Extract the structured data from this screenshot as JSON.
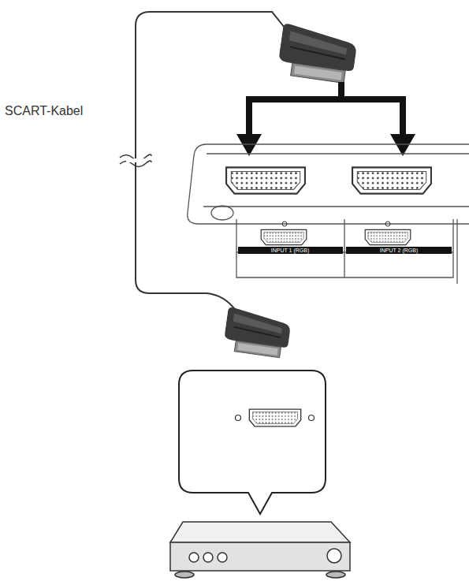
{
  "diagram": {
    "labels": [
      "SCART-Kabel",
      "INPUT 1 (RGB)",
      "INPUT 2 (RGB)"
    ]
  }
}
